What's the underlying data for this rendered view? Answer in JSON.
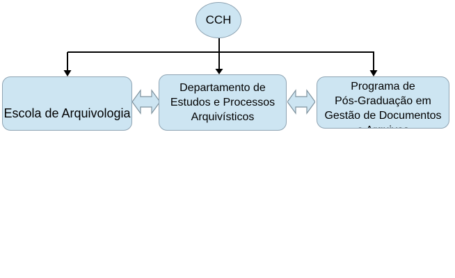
{
  "background": "#ffffff",
  "colors": {
    "shape_fill": "#cde5f2",
    "shape_border": "#8ea3b2",
    "double_arrow_outline": "#7e929e",
    "connector_line": "#000000",
    "text": "#000000"
  },
  "org_chart": {
    "root": {
      "label": "CCH"
    },
    "boxes": [
      {
        "lines": [
          "Escola de Arquivologia"
        ]
      },
      {
        "lines": [
          "Departamento de",
          "Estudos e Processos",
          "Arquivísticos"
        ]
      },
      {
        "lines": [
          "Programa de",
          "Pós-Graduação em",
          "Gestão de Documentos",
          "e Arquivos"
        ]
      }
    ],
    "icons": {
      "double_arrow": "left-right-block-arrow",
      "arrowhead": "filled-triangle-down"
    }
  }
}
